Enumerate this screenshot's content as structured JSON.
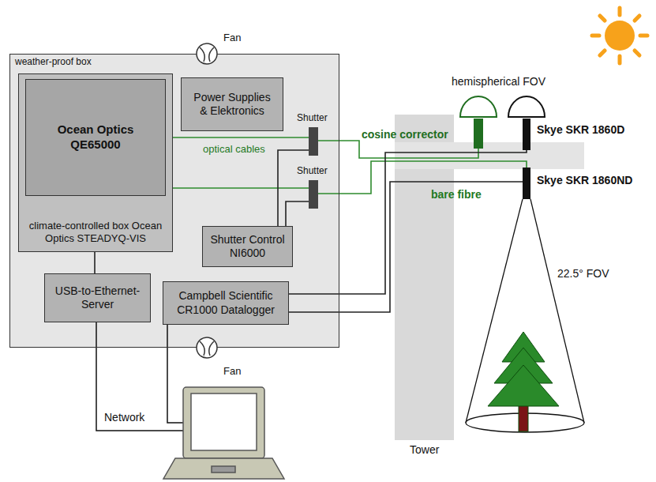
{
  "diagram": {
    "nodes": [
      {
        "text": [
          "weather-proof box"
        ]
      },
      {
        "text": [
          "climate-controlled box Ocean Optics STEADYQ-VIS"
        ],
        "in": 0
      },
      {
        "text": [
          "Ocean Optics QE65000"
        ],
        "in": 1
      },
      {
        "text": [
          "Power Supplies & Elektronics"
        ],
        "in": 0
      },
      {
        "text": [
          "Shutter"
        ],
        "in": 0
      },
      {
        "text": [
          "Shutter"
        ],
        "in": 0
      },
      {
        "text": [
          "Shutter Control NI6000"
        ],
        "in": 0
      },
      {
        "text": [
          "USB-to-Ethernet-Server"
        ],
        "in": 0
      },
      {
        "text": [
          "Campbell Scientific CR1000 Datalogger"
        ],
        "in": 0
      },
      {
        "text": [
          "cosine corrector"
        ]
      },
      {
        "text": [
          "Skye SKR 1860D"
        ]
      },
      {
        "text": [
          "Skye SKR 1860ND"
        ]
      }
    ],
    "edges": [
      {
        "from": 2,
        "to": 4,
        "arrow": "none"
      },
      {
        "from": 2,
        "to": 5,
        "arrow": "none"
      },
      {
        "from": 6,
        "to": 4,
        "arrow": "none"
      },
      {
        "from": 6,
        "to": 5,
        "arrow": "none"
      },
      {
        "from": 4,
        "to": 9,
        "arrow": "none"
      },
      {
        "from": 1,
        "to": 7,
        "arrow": "none"
      },
      {
        "from": 8,
        "to": 10,
        "arrow": "none"
      },
      {
        "from": 8,
        "to": 11,
        "arrow": "none"
      }
    ],
    "labels": [
      "Fan",
      "hemispherical FOV",
      "optical cables",
      "bare fibre",
      "22.5° FOV",
      "Fan",
      "Network",
      "Tower"
    ]
  }
}
